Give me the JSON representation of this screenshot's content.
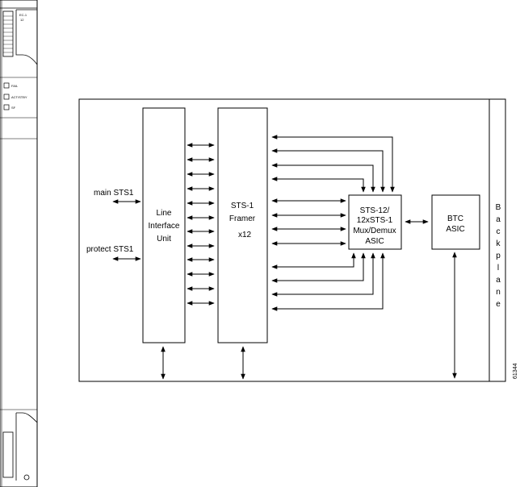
{
  "card": {
    "name_line1": "EC-1",
    "name_line2": "12",
    "leds": [
      "FAIL",
      "ACT/STBY",
      "SF"
    ]
  },
  "diagram": {
    "inputs": {
      "main": "main STS1",
      "protect": "protect STS1"
    },
    "liu": {
      "line1": "Line",
      "line2": "Interface",
      "line3": "Unit"
    },
    "framer": {
      "line1": "STS-1",
      "line2": "Framer",
      "line3": "x12"
    },
    "asic": {
      "line1": "STS-12/",
      "line2": "12xSTS-1",
      "line3": "Mux/Demux",
      "line4": "ASIC"
    },
    "btc": {
      "line1": "BTC",
      "line2": "ASIC"
    },
    "backplane_letters": [
      "B",
      "a",
      "c",
      "k",
      "p",
      "l",
      "a",
      "n",
      "e"
    ],
    "figure_id": "61344"
  }
}
